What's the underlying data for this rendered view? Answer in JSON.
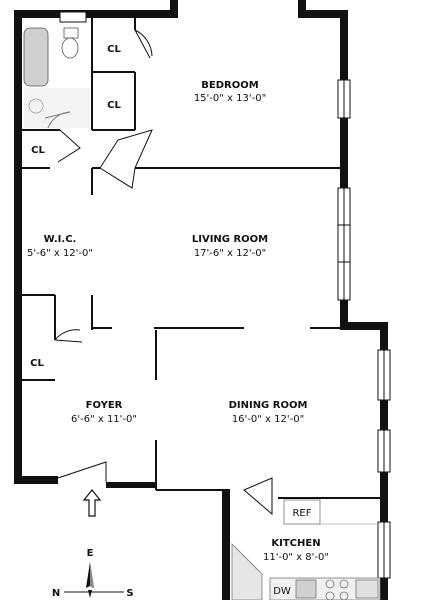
{
  "rooms": {
    "bedroom": {
      "name": "BEDROOM",
      "size": "15'-0\" x 13'-0\""
    },
    "living": {
      "name": "LIVING ROOM",
      "size": "17'-6\" x 12'-0\""
    },
    "wic": {
      "name": "W.I.C.",
      "size": "5'-6\" x 12'-0\""
    },
    "foyer": {
      "name": "FOYER",
      "size": "6'-6\" x 11'-0\""
    },
    "dining": {
      "name": "DINING ROOM",
      "size": "16'-0\" x 12'-0\""
    },
    "kitchen": {
      "name": "KITCHEN",
      "size": "11'-0\" x 8'-0\""
    }
  },
  "closets": {
    "label": "CL"
  },
  "appliances": {
    "ref": "REF",
    "dw": "DW"
  },
  "compass": {
    "north": "N",
    "east": "E",
    "south": "S"
  },
  "colors": {
    "wall": "#111111",
    "fixture": "#cfcfcf"
  }
}
